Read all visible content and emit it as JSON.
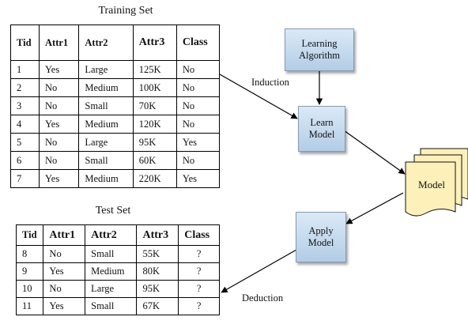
{
  "training_set": {
    "title": "Training Set",
    "headers": [
      "Tid",
      "Attr1",
      "Attr2",
      "Attr3",
      "Class"
    ],
    "rows": [
      [
        "1",
        "Yes",
        "Large",
        "125K",
        "No"
      ],
      [
        "2",
        "No",
        "Medium",
        "100K",
        "No"
      ],
      [
        "3",
        "No",
        "Small",
        "70K",
        "No"
      ],
      [
        "4",
        "Yes",
        "Medium",
        "120K",
        "No"
      ],
      [
        "5",
        "No",
        "Large",
        "95K",
        "Yes"
      ],
      [
        "6",
        "No",
        "Small",
        "60K",
        "No"
      ],
      [
        "7",
        "Yes",
        "Medium",
        "220K",
        "Yes"
      ]
    ]
  },
  "test_set": {
    "title": "Test Set",
    "headers": [
      "Tid",
      "Attr1",
      "Attr2",
      "Attr3",
      "Class"
    ],
    "rows": [
      [
        "8",
        "No",
        "Small",
        "55K",
        "?"
      ],
      [
        "9",
        "Yes",
        "Medium",
        "80K",
        "?"
      ],
      [
        "10",
        "No",
        "Large",
        "95K",
        "?"
      ],
      [
        "11",
        "Yes",
        "Small",
        "67K",
        "?"
      ]
    ]
  },
  "flow": {
    "learning_algorithm": [
      "Learning",
      "Algorithm"
    ],
    "learn_model": [
      "Learn",
      "Model"
    ],
    "apply_model": [
      "Apply",
      "Model"
    ],
    "model": "Model",
    "induction": "Induction",
    "deduction": "Deduction"
  },
  "colors": {
    "box_fill": "#c7dcef",
    "box_border": "#7f9bb8",
    "model_fill": "#fdf0b8",
    "arrow": "#000000"
  }
}
